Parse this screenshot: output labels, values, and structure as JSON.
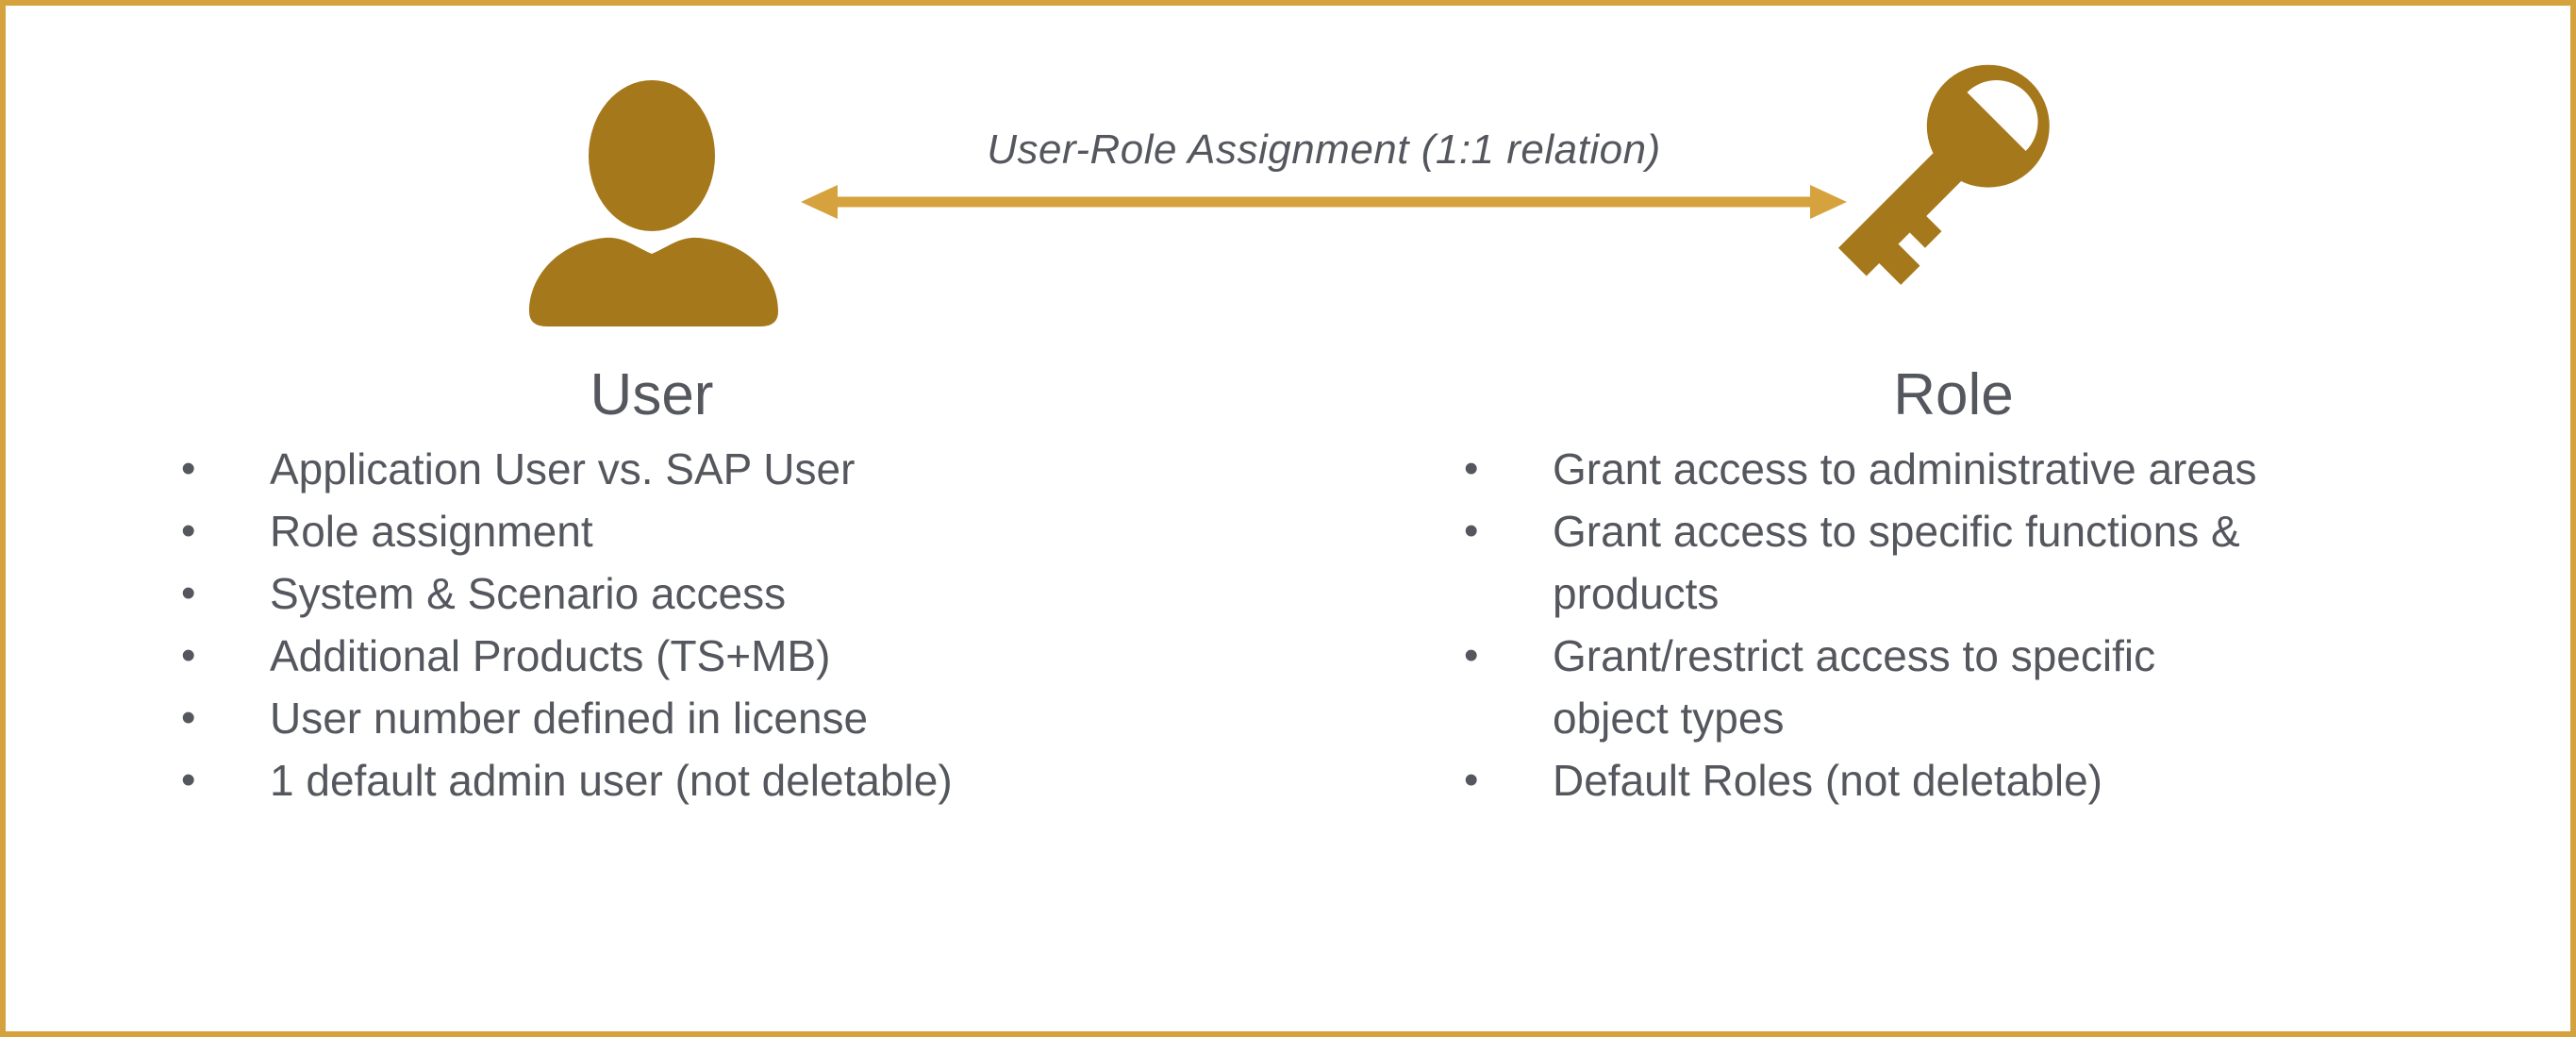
{
  "diagram": {
    "connector": {
      "label": "User-Role Assignment (1:1 relation)",
      "type": "double-headed-arrow"
    },
    "left": {
      "icon": "user-icon",
      "title": "User",
      "bullets": [
        "Application User vs. SAP User",
        "Role assignment",
        "System & Scenario access",
        "Additional Products (TS+MB)",
        "User number defined in license",
        "1 default admin user (not deletable)"
      ]
    },
    "right": {
      "icon": "key-icon",
      "title": "Role",
      "bullets": [
        "Grant access to administrative areas",
        "Grant access to specific functions &\nproducts",
        "Grant/restrict access to specific\nobject types",
        "Default Roles (not deletable)"
      ]
    },
    "colors": {
      "icon_gold": "#a6781c",
      "accent_gold": "#d5a23e",
      "text_gray": "#55575e",
      "background": "#ffffff"
    }
  }
}
